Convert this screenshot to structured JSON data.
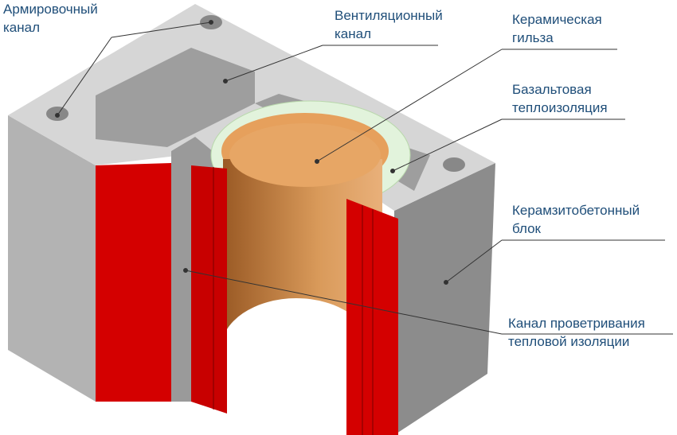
{
  "labels": {
    "reinforcement_channel": {
      "line1": "Армировочный",
      "line2": "канал"
    },
    "ventilation_channel": {
      "line1": "Вентиляционный",
      "line2": "канал"
    },
    "ceramic_liner": {
      "line1": "Керамическая",
      "line2": "гильза"
    },
    "basalt_insulation": {
      "line1": "Базальтовая",
      "line2": "теплоизоляция"
    },
    "claydite_block": {
      "line1": "Керамзитобетонный",
      "line2": "блок"
    },
    "insulation_vent_channel": {
      "line1": "Канал проветривания",
      "line2": "тепловой изоляции"
    }
  },
  "colors": {
    "text": "#1f4e79",
    "red": "#d40000",
    "concrete_top": "#d6d6d6",
    "concrete_side": "#8c8c8c",
    "ceramic": "#c98a4a",
    "insulation": "#e2f3dc"
  }
}
